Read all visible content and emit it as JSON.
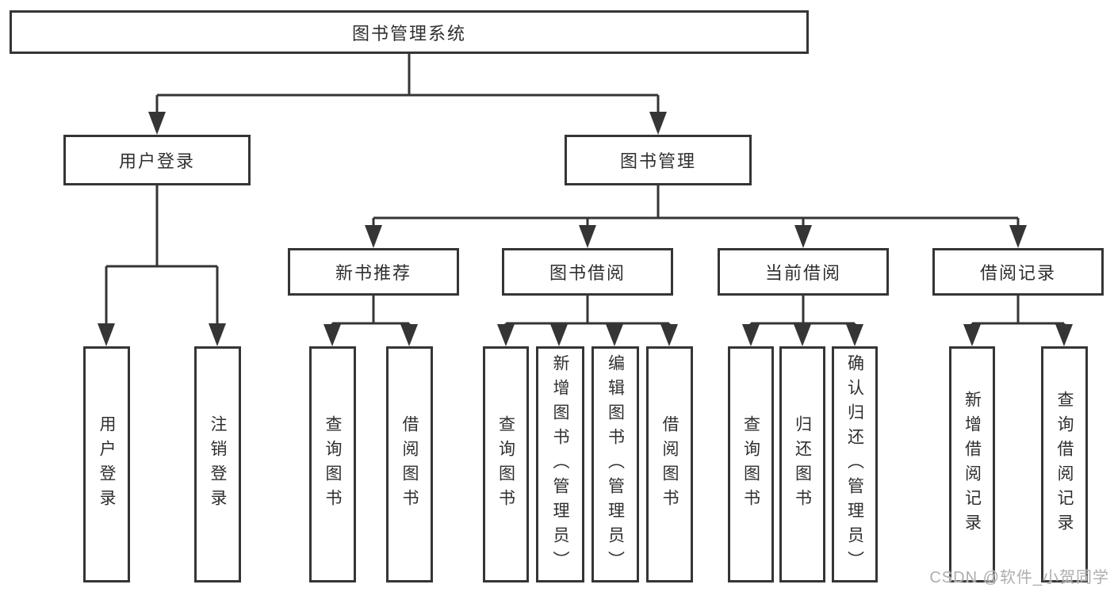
{
  "diagram_title": "图书管理系统",
  "nodes": {
    "root": "图书管理系统",
    "l1": [
      "用户登录",
      "图书管理"
    ],
    "l2": [
      "新书推荐",
      "图书借阅",
      "当前借阅",
      "借阅记录"
    ],
    "leaves_login": [
      "用户登录",
      "注销登录"
    ],
    "leaves_newbook": [
      "查询图书",
      "借阅图书"
    ],
    "leaves_borrow": [
      "查询图书",
      "新增图书（管理员）",
      "编辑图书（管理员）",
      "借阅图书"
    ],
    "leaves_current": [
      "查询图书",
      "归还图书",
      "确认归还（管理员）"
    ],
    "leaves_record": [
      "新增借阅记录",
      "查询借阅记录"
    ]
  },
  "watermark": "CSDN @软件_小贺同学",
  "colors": {
    "line": "#353535",
    "box_border": "#353535",
    "box_fill": "#ffffff",
    "text": "#2f2f2f",
    "watermark": "#aeaeae",
    "background": "#ffffff"
  }
}
